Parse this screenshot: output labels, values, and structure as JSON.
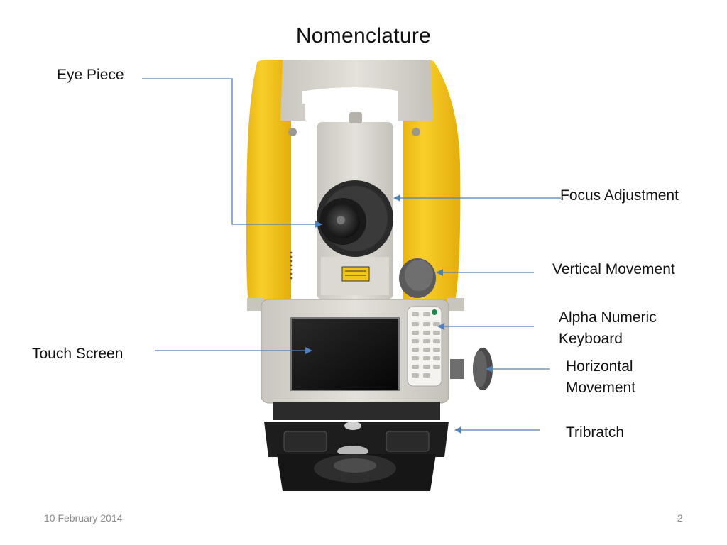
{
  "slide": {
    "title": "Nomenclature",
    "footer_date": "10 February 2014",
    "page_number": "2"
  },
  "labels": {
    "eye_piece": "Eye Piece",
    "focus_adjustment": "Focus Adjustment",
    "vertical_movement": "Vertical Movement",
    "alpha_numeric_line1": "Alpha Numeric",
    "alpha_numeric_line2": "Keyboard",
    "touch_screen": "Touch Screen",
    "horizontal_line1": "Horizontal",
    "horizontal_line2": "Movement",
    "tribratch": "Tribratch"
  },
  "colors": {
    "body_yellow": "#f5c51a",
    "body_gray": "#d9d6cf",
    "leader_blue": "#4f81bd",
    "screen_black": "#141414",
    "base_black": "#1d1d1d"
  }
}
